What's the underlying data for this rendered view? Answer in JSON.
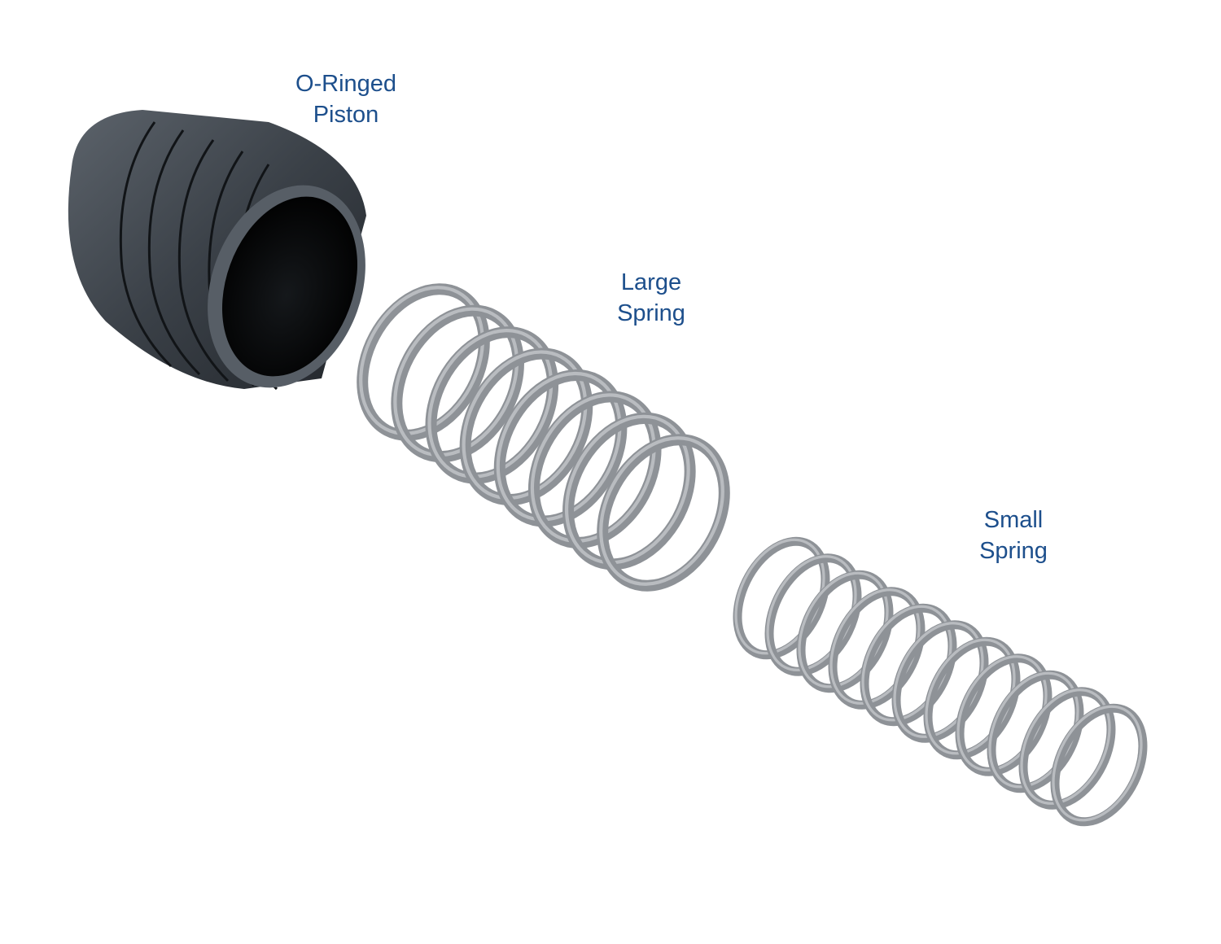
{
  "colors": {
    "label_text": "#1d4f8c",
    "background": "#ffffff",
    "piston_dark": "#2b3036",
    "piston_mid": "#4a5159",
    "piston_light": "#6b737c",
    "piston_inner": "#050607",
    "spring_stroke": "#8e9297",
    "spring_highlight": "#b9bcc0"
  },
  "labels": {
    "piston": {
      "line1": "O-Ringed",
      "line2": "Piston"
    },
    "large_spring": {
      "line1": "Large",
      "line2": "Spring"
    },
    "small_spring": {
      "line1": "Small",
      "line2": "Spring"
    }
  }
}
